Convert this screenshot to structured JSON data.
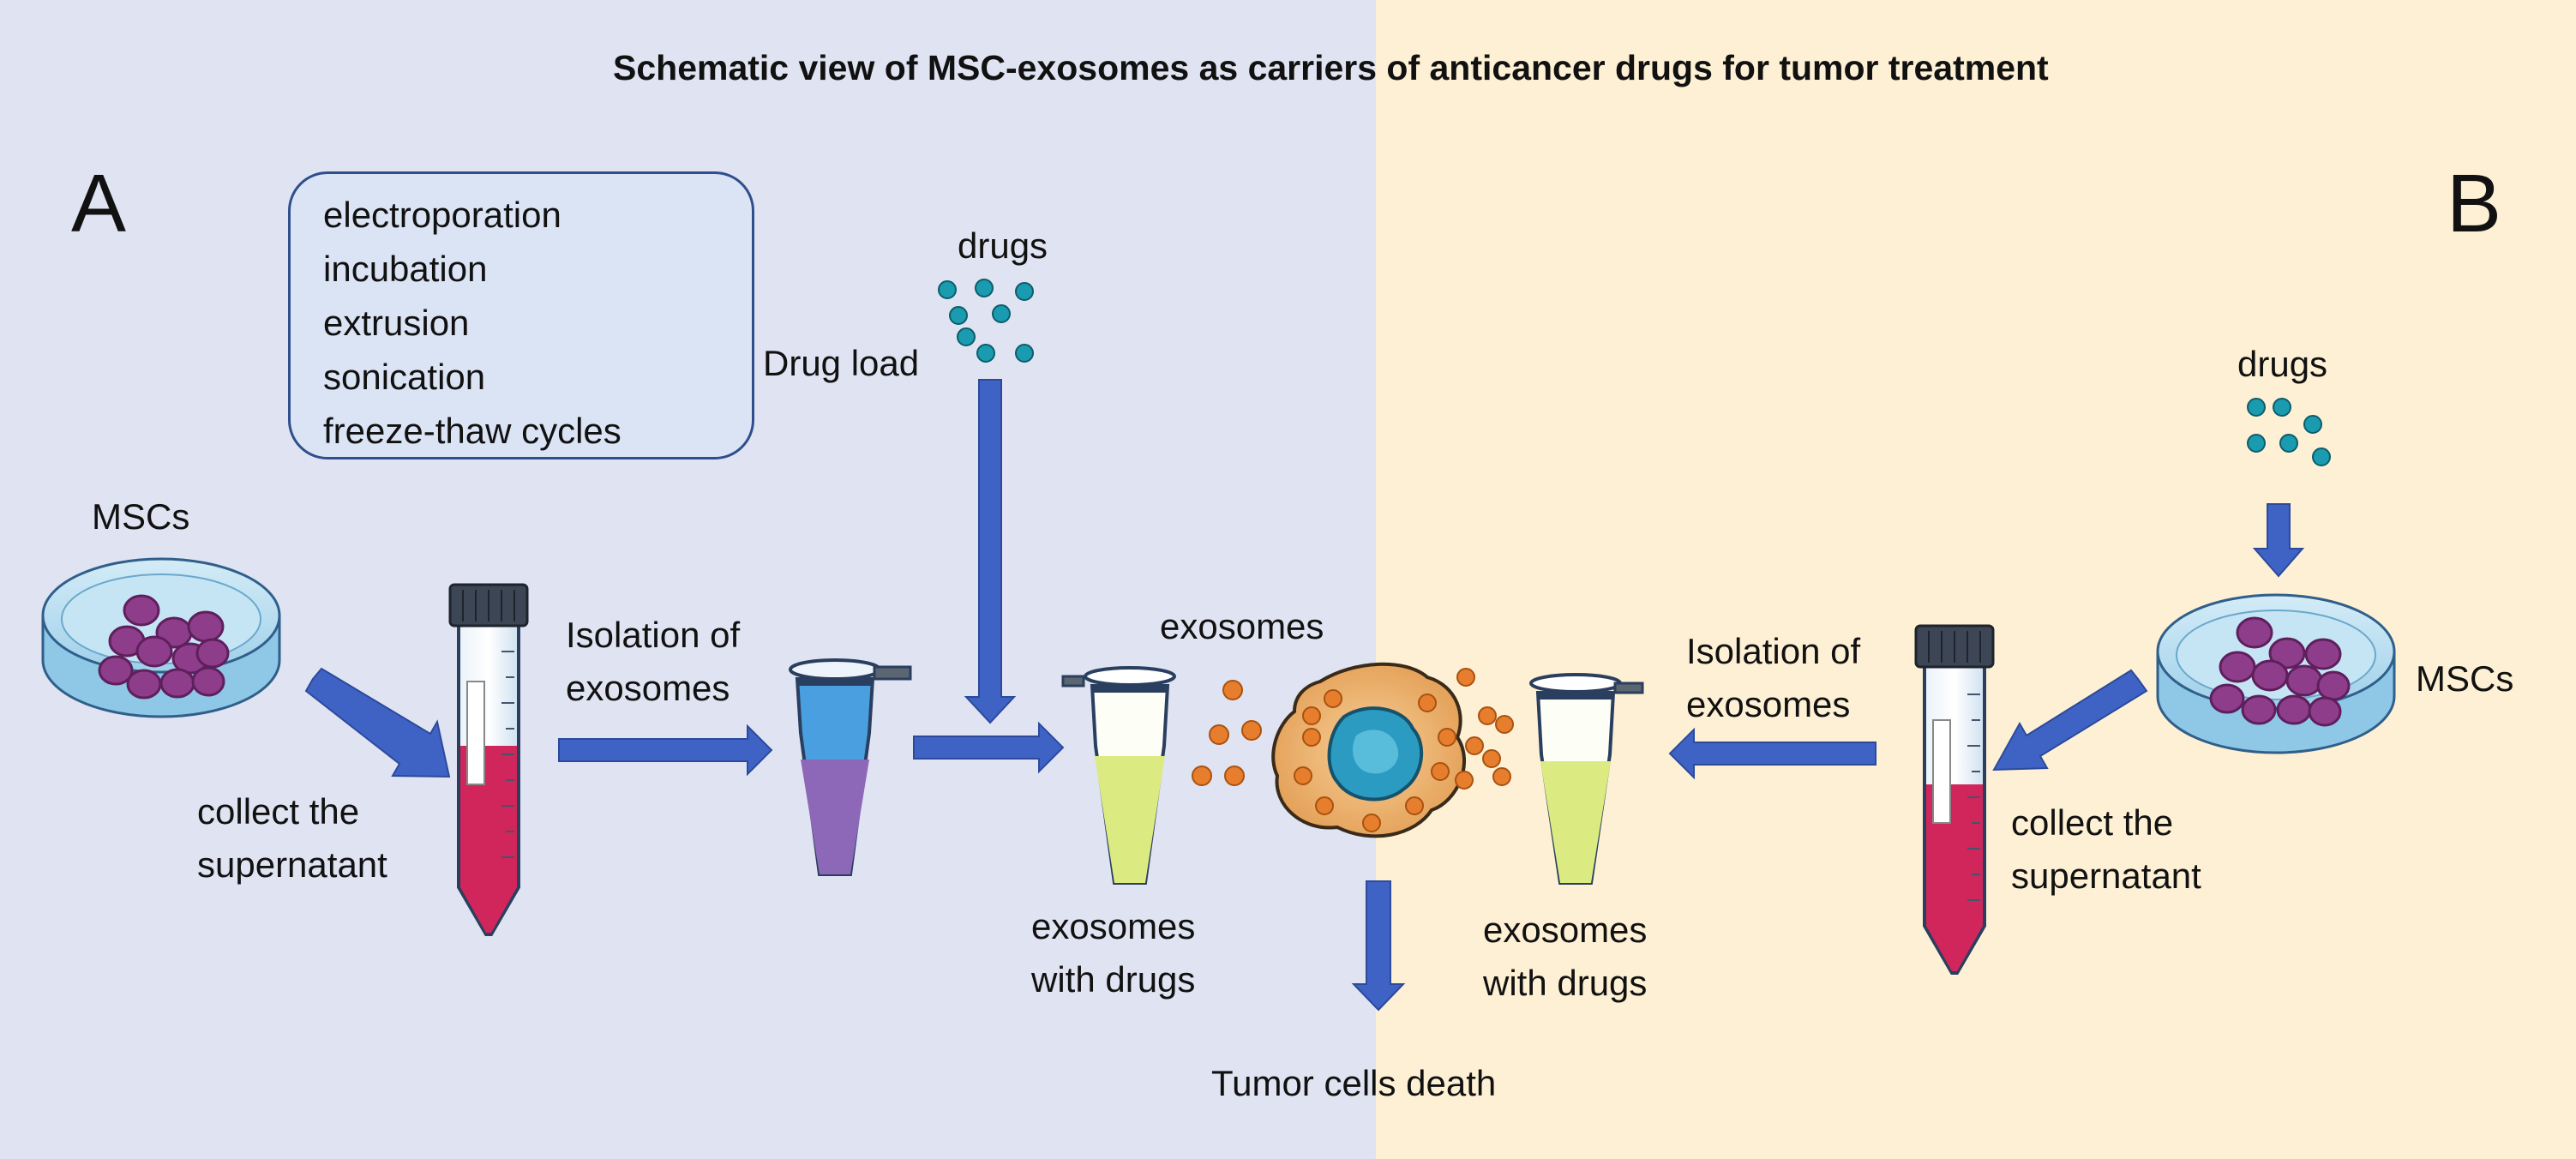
{
  "title": "Schematic view of MSC-exosomes as carriers of anticancer drugs for tumor treatment",
  "panel_a": {
    "letter": "A",
    "methods": [
      "electroporation",
      "incubation",
      "extrusion",
      "sonication",
      "freeze-thaw cycles"
    ],
    "msc_label": "MSCs",
    "collect_label": [
      "collect the",
      "supernatant"
    ],
    "isolation_label": [
      "Isolation of",
      "exosomes"
    ],
    "drugs_label": "drugs",
    "drug_load_label": "Drug load",
    "exosomes_with_drugs_label": [
      "exosomes",
      "with drugs"
    ]
  },
  "center": {
    "exosomes_label": "exosomes",
    "tumor_death_label": "Tumor cells death"
  },
  "panel_b": {
    "letter": "B",
    "drugs_label": "drugs",
    "msc_label": "MSCs",
    "isolation_label": [
      "Isolation of",
      "exosomes"
    ],
    "collect_label": [
      "collect the",
      "supernatant"
    ],
    "exosomes_with_drugs_label": [
      "exosomes",
      "with drugs"
    ]
  },
  "colors": {
    "panel_a_background": "#e0e3f1",
    "panel_b_background": "#fdf0d4",
    "arrow": "#3f63c4",
    "drug_dot": "#1a9bb0",
    "exosome_dot": "#e77e2e",
    "supernatant": "#d0265b",
    "cells": "#8e3d8a",
    "tumor_cell": "#f0b775",
    "nucleus": "#2b9bc2"
  }
}
